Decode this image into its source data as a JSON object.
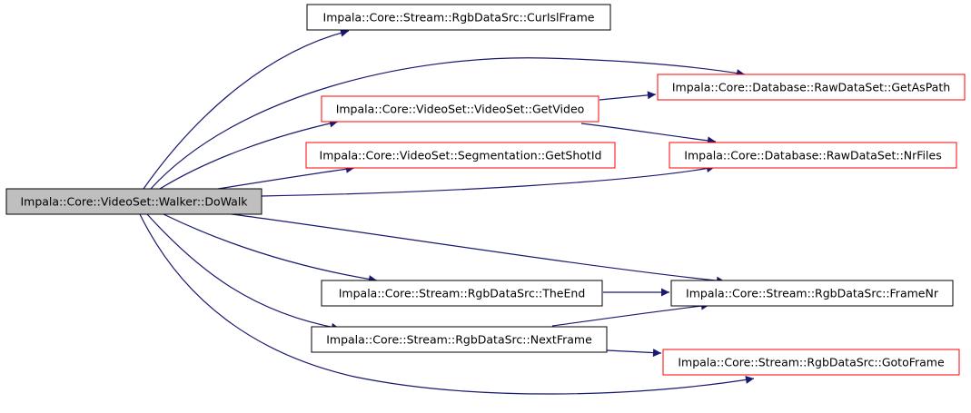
{
  "colors": {
    "edge": "#191970",
    "root_fill": "#bfbfbf",
    "root_stroke": "#000000",
    "black_stroke": "#000000",
    "red_stroke": "#ff0000",
    "node_fill": "#ffffff"
  },
  "nodes": {
    "dowalk": "Impala::Core::VideoSet::Walker::DoWalk",
    "curislframe": "Impala::Core::Stream::RgbDataSrc::CurIslFrame",
    "getvideo": "Impala::Core::VideoSet::VideoSet::GetVideo",
    "getshotid": "Impala::Core::VideoSet::Segmentation::GetShotId",
    "getaspath": "Impala::Core::Database::RawDataSet::GetAsPath",
    "nrfiles": "Impala::Core::Database::RawDataSet::NrFiles",
    "theend": "Impala::Core::Stream::RgbDataSrc::TheEnd",
    "nextframe": "Impala::Core::Stream::RgbDataSrc::NextFrame",
    "framenr": "Impala::Core::Stream::RgbDataSrc::FrameNr",
    "gotoframe": "Impala::Core::Stream::RgbDataSrc::GotoFrame"
  }
}
